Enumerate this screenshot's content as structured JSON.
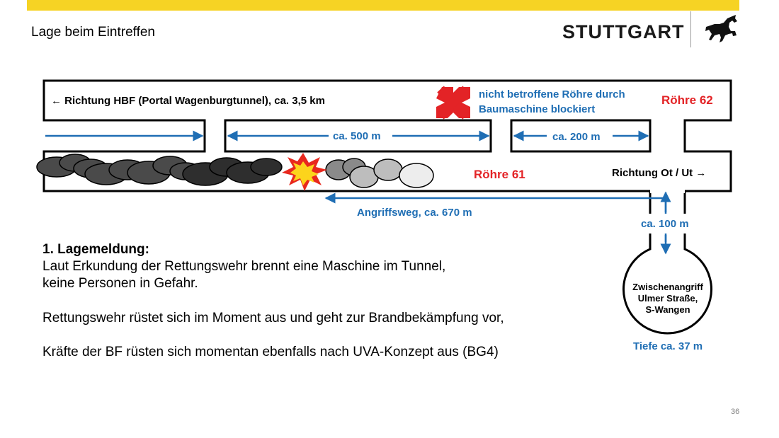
{
  "header": {
    "title": "Lage beim Eintreffen",
    "brand": "STUTTGART",
    "accent_color": "#f6d324"
  },
  "diagram": {
    "direction_hbf": "← Richtung HBF (Portal Wagenburgtunnel), ca. 3,5 km",
    "blocked_note_line1": "nicht betroffene Röhre durch",
    "blocked_note_line2": "Baumaschine blockiert",
    "tube_62": "Röhre 62",
    "tube_61": "Röhre 61",
    "distance_500": "ca. 500 m",
    "distance_200": "ca. 200 m",
    "direction_ot_ut": "Richtung Ot / Ut →",
    "attack_route": "Angriffsweg, ca. 670 m",
    "distance_100": "ca. 100 m",
    "shaft_line1": "Zwischenangriff",
    "shaft_line2": "Ulmer Straße,",
    "shaft_line3": "S-Wangen",
    "depth": "Tiefe ca. 37 m",
    "blue": "#1f6eb4",
    "red": "#e32326",
    "icons": [
      "blocked-x-icon",
      "fire-burst-icon",
      "smoke-cloud-icon",
      "stuttgart-horse-icon"
    ]
  },
  "report": {
    "heading": "1. Lagemeldung:",
    "line1": "Laut Erkundung der Rettungswehr brennt eine Maschine im Tunnel,",
    "line2": "keine Personen in Gefahr.",
    "line3": "Rettungswehr rüstet sich im Moment aus und geht zur Brandbekämpfung vor,",
    "line4": "Kräfte der BF rüsten sich momentan ebenfalls nach UVA-Konzept aus (BG4)"
  },
  "footer": {
    "page_number": "36"
  }
}
